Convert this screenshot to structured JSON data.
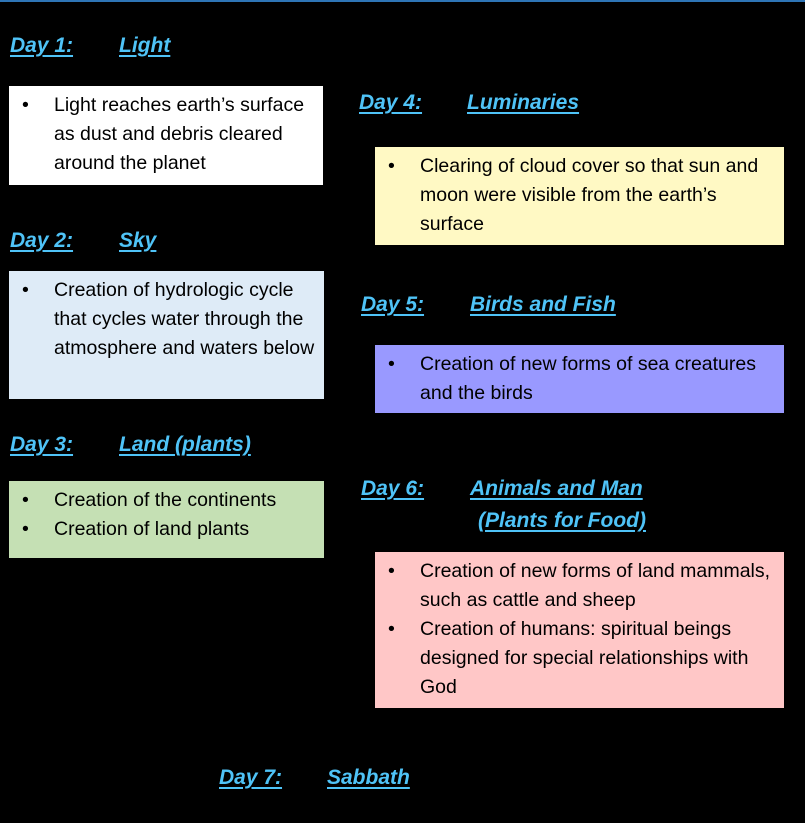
{
  "days": [
    {
      "label": "Day 1:",
      "title": "Light",
      "bullets": [
        "Light reaches earth’s surface as dust and debris cleared around the planet"
      ],
      "color": "#ffffff"
    },
    {
      "label": "Day 2:",
      "title": "Sky",
      "bullets": [
        "Creation of hydrologic cycle that cycles water through the atmosphere and waters below"
      ],
      "color": "#deebf7"
    },
    {
      "label": "Day 3:",
      "title": "Land (plants)",
      "bullets": [
        "Creation of the continents",
        "Creation of land plants"
      ],
      "color": "#c5e0b4"
    },
    {
      "label": "Day 4:",
      "title": "Luminaries",
      "bullets": [
        "Clearing of cloud cover so that sun and moon were visible from the earth’s surface"
      ],
      "color": "#fff9c4"
    },
    {
      "label": "Day 5:",
      "title": "Birds and Fish",
      "bullets": [
        "Creation of new forms of sea creatures and the birds"
      ],
      "color": "#9999ff"
    },
    {
      "label": "Day 6:",
      "title": "Animals and Man",
      "subtitle": "(Plants for Food)",
      "bullets": [
        "Creation of new forms of land mammals, such as cattle and sheep",
        "Creation of humans: spiritual beings designed for special relationships with God"
      ],
      "color": "#ffc7c7"
    },
    {
      "label": "Day 7:",
      "title": "Sabbath"
    }
  ],
  "colors": {
    "heading": "#4fc3f7",
    "background": "#000000",
    "top_rule": "#2e75b6"
  }
}
